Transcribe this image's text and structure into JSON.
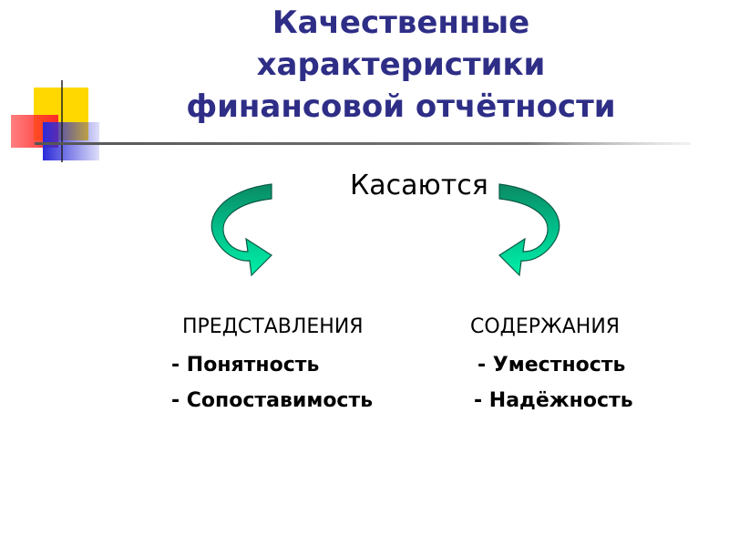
{
  "title": {
    "line1": "Качественные",
    "line2": "характеристики",
    "line3": "финансовой отчётности"
  },
  "center_label": "Касаются",
  "presentation": {
    "heading": "ПРЕДСТАВЛЕНИЯ",
    "items": [
      "- Понятность",
      "- Сопоставимость"
    ]
  },
  "content": {
    "heading": "СОДЕРЖАНИЯ",
    "items": [
      "- Уместность",
      "- Надёжность"
    ]
  },
  "colors": {
    "title": "#2e2e87",
    "deco_yellow": "#ffd800",
    "deco_red": "#ff2a2a",
    "deco_blue": "#2b2bd9",
    "arrow_light": "#00e6a0",
    "arrow_dark": "#0b8a64"
  },
  "icons": [
    "curved-arrow-left-icon",
    "curved-arrow-right-icon"
  ]
}
